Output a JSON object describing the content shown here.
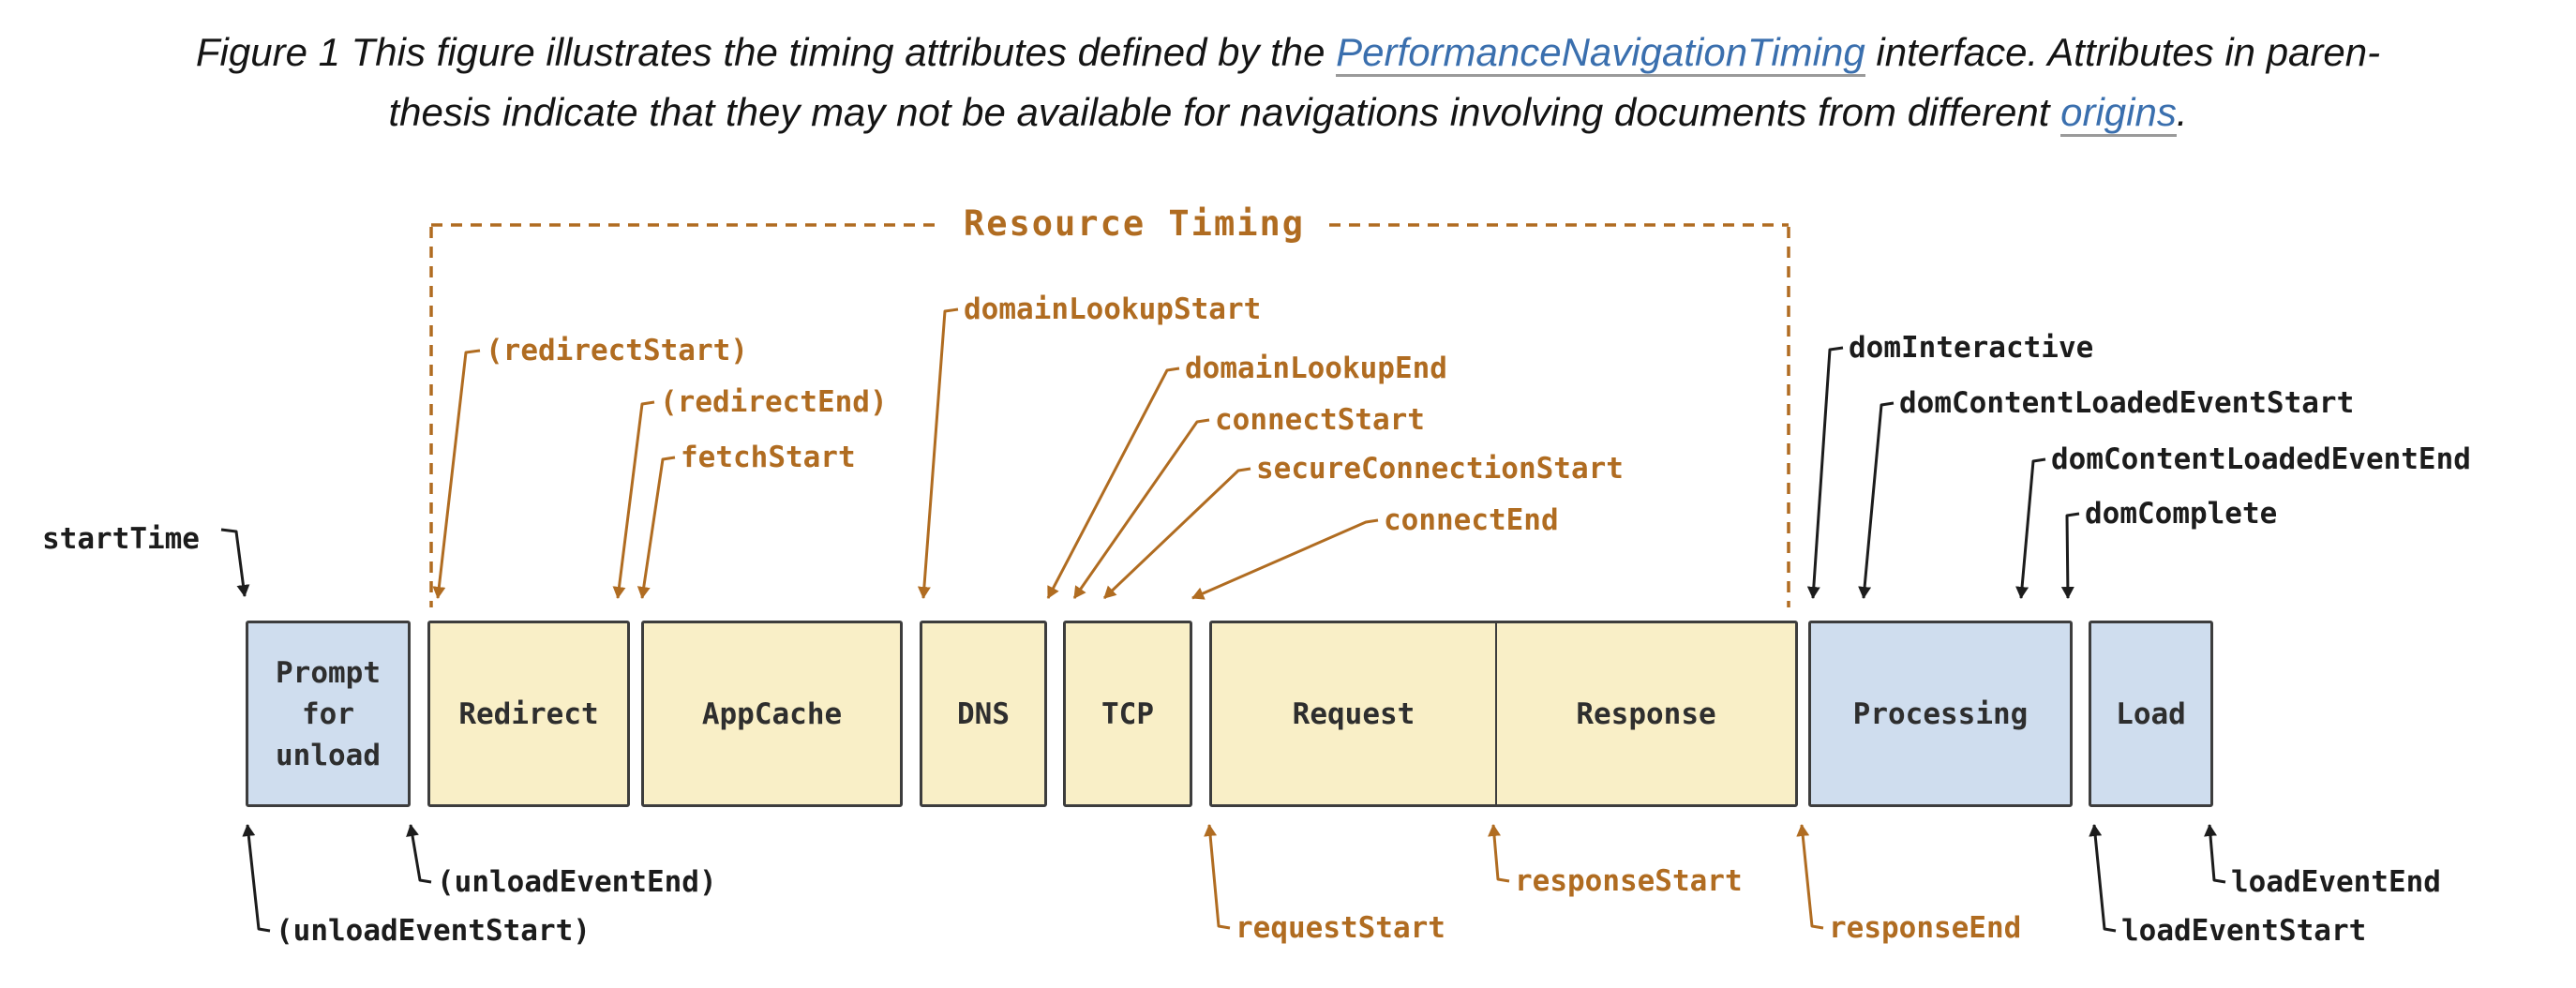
{
  "caption": {
    "line1_pre": "Figure 1 This figure illustrates the timing attributes defined by the ",
    "link1": "PerformanceNavigationTiming",
    "line1_post": " interface. Attributes in paren-",
    "line2_pre": "thesis indicate that they may not be available for navigations involving documents from different ",
    "link2": "origins",
    "line2_post": "."
  },
  "resource_timing_label": "Resource Timing",
  "boxes": [
    {
      "id": "prompt",
      "label": "Prompt for unload"
    },
    {
      "id": "redirect",
      "label": "Redirect"
    },
    {
      "id": "appcache",
      "label": "AppCache"
    },
    {
      "id": "dns",
      "label": "DNS"
    },
    {
      "id": "tcp",
      "label": "TCP"
    },
    {
      "id": "request",
      "label": "Request"
    },
    {
      "id": "response",
      "label": "Response"
    },
    {
      "id": "processing",
      "label": "Processing"
    },
    {
      "id": "load",
      "label": "Load"
    }
  ],
  "events": {
    "start_time": "startTime",
    "redirect_start": "(redirectStart)",
    "redirect_end": "(redirectEnd)",
    "fetch_start": "fetchStart",
    "domain_lookup_start": "domainLookupStart",
    "domain_lookup_end": "domainLookupEnd",
    "connect_start": "connectStart",
    "secure_connection_start": "secureConnectionStart",
    "connect_end": "connectEnd",
    "request_start": "requestStart",
    "response_start": "responseStart",
    "response_end": "responseEnd",
    "dom_interactive": "domInteractive",
    "dom_content_loaded_event_start": "domContentLoadedEventStart",
    "dom_content_loaded_event_end": "domContentLoadedEventEnd",
    "dom_complete": "domComplete",
    "unload_event_start": "(unloadEventStart)",
    "unload_event_end": "(unloadEventEnd)",
    "load_event_start": "loadEventStart",
    "load_event_end": "loadEventEnd"
  },
  "colors": {
    "accent_orange": "#b06c21",
    "label_black": "#1c1c1c",
    "box_blue_fill": "#cfddee",
    "box_yellow_fill": "#f9efc7",
    "box_border": "#3d3d3d",
    "link_blue": "#3a6fae",
    "link_underline": "#9a9a9a",
    "background": "#ffffff"
  }
}
